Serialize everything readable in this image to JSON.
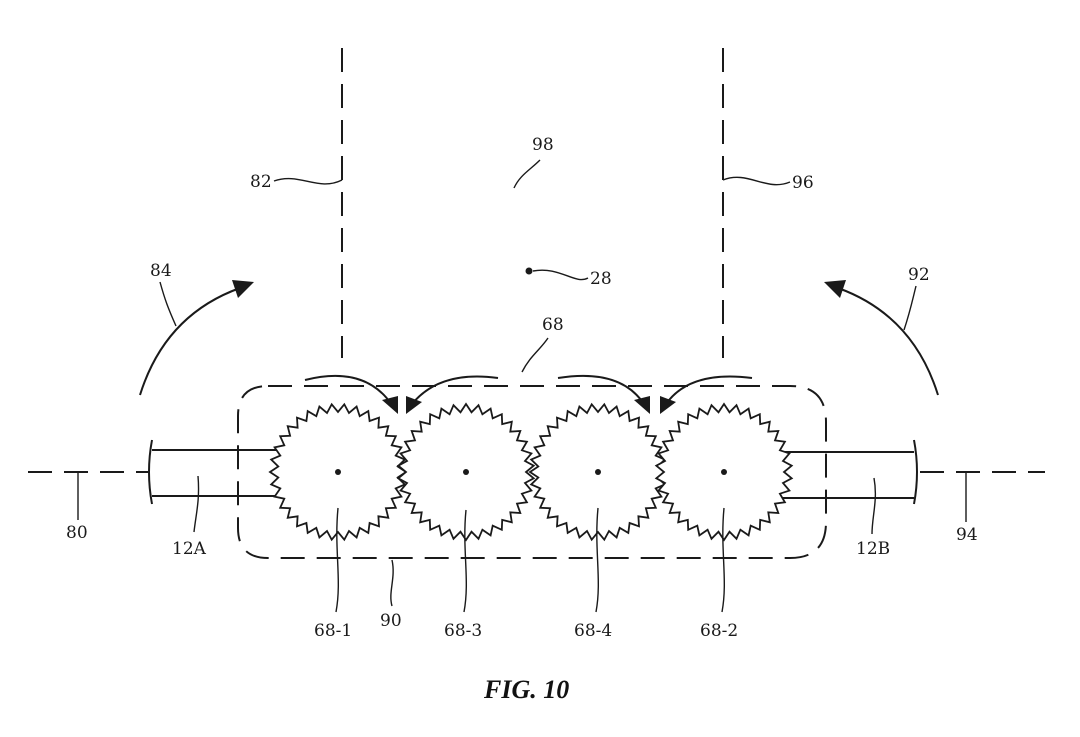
{
  "figure": {
    "caption": "FIG. 10",
    "labels": {
      "n82": "82",
      "n96": "96",
      "n98": "98",
      "n28": "28",
      "n68": "68",
      "n84": "84",
      "n92": "92",
      "n80": "80",
      "n94": "94",
      "n12A": "12A",
      "n12B": "12B",
      "n68_1": "68-1",
      "n68_3": "68-3",
      "n68_4": "68-4",
      "n68_2": "68-2",
      "n90": "90"
    },
    "gears": [
      "68-1",
      "68-3",
      "68-4",
      "68-2"
    ]
  },
  "colors": {
    "ink": "#1a1a1a",
    "background": "#ffffff"
  }
}
